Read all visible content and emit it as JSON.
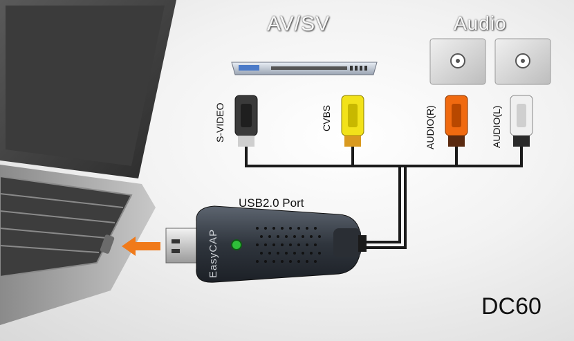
{
  "labels": {
    "av_sv": "AV/SV",
    "audio": "Audio",
    "s_video": "S-VIDEO",
    "cvbs": "CVBS",
    "audio_r": "AUDIO(R)",
    "audio_l": "AUDIO(L)",
    "usb_port": "USB2.0 Port",
    "brand": "EasyCAP",
    "model": "DC60"
  },
  "colors": {
    "s_video_plug": "#3a3a3a",
    "cvbs_plug": "#f2e21a",
    "audio_r_plug": "#f06a10",
    "audio_l_plug": "#f0f0f0",
    "arrow": "#f07a1a",
    "led": "#2fbf3a"
  }
}
